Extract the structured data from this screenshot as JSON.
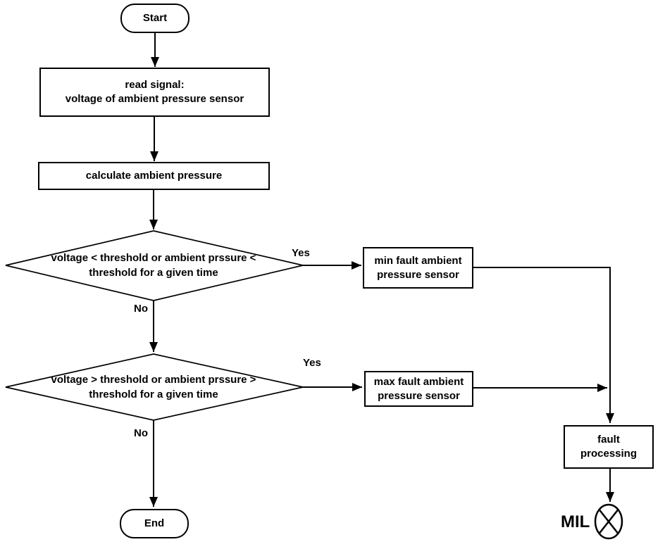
{
  "diagram": {
    "colors": {
      "line": "#000000",
      "background": "#ffffff",
      "text": "#000000"
    },
    "nodes": {
      "start": {
        "type": "terminator",
        "label": "Start"
      },
      "read_signal": {
        "type": "process",
        "label": "read signal:\nvoltage of ambient pressure sensor"
      },
      "calculate": {
        "type": "process",
        "label": "calculate ambient pressure"
      },
      "decision_min": {
        "type": "decision",
        "label": "voltage < threshold or ambient prssure <\nthreshold for a given time"
      },
      "min_fault": {
        "type": "process",
        "label": "min fault ambient\npressure sensor"
      },
      "decision_max": {
        "type": "decision",
        "label": "voltage > threshold or ambient prssure >\nthreshold for a given time"
      },
      "max_fault": {
        "type": "process",
        "label": "max fault ambient\npressure sensor"
      },
      "fault_processing": {
        "type": "process",
        "label": "fault\nprocessing"
      },
      "end": {
        "type": "terminator",
        "label": "End"
      },
      "mil": {
        "type": "indicator-lamp",
        "label": "MIL"
      }
    },
    "edge_labels": {
      "min_yes": "Yes",
      "min_no": "No",
      "max_yes": "Yes",
      "max_no": "No"
    }
  }
}
